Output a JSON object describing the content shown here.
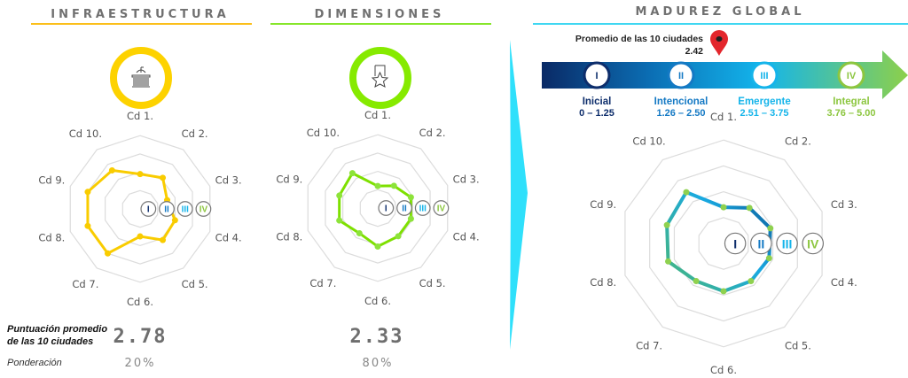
{
  "sections": {
    "infra": {
      "title": "INFRAESTRUCTURA",
      "score": "2.78",
      "weight": "20%",
      "accent": "#f9cc00",
      "icon": "capitol-building-icon"
    },
    "dims": {
      "title": "DIMENSIONES",
      "score": "2.33",
      "weight": "80%",
      "accent": "#7ee000",
      "icon": "award-star-icon"
    },
    "global": {
      "title": "MADUREZ GLOBAL",
      "accent": "#3fd7f2"
    }
  },
  "labels": {
    "score_line1": "Puntuación  promedio",
    "score_line2": "de las 10 ciudades",
    "weight": "Ponderación"
  },
  "maturity": {
    "marker_label": "Promedio de las 10 ciudades",
    "marker_value": "2.42",
    "stages": [
      {
        "numeral": "I",
        "name": "Inicial",
        "range": "0 – 1.25",
        "color": "#0d2d6b"
      },
      {
        "numeral": "II",
        "name": "Intencional",
        "range": "1.26 – 2.50",
        "color": "#1479c4"
      },
      {
        "numeral": "III",
        "name": "Emergente",
        "range": "2.51 – 3.75",
        "color": "#14b4ea"
      },
      {
        "numeral": "IV",
        "name": "Integral",
        "range": "3.76 – 5.00",
        "color": "#8cc63f"
      }
    ]
  },
  "chart_data": [
    {
      "type": "radar",
      "name": "Infraestructura",
      "categories": [
        "Cd 1.",
        "Cd 2.",
        "Cd 3.",
        "Cd 4.",
        "Cd 5.",
        "Cd 6.",
        "Cd 7.",
        "Cd 8.",
        "Cd 9.",
        "Cd 10."
      ],
      "values": [
        1.9,
        2.1,
        1.55,
        2.0,
        2.1,
        1.5,
        3.0,
        3.0,
        3.0,
        2.6
      ],
      "levels": [
        "I",
        "II",
        "III",
        "IV"
      ],
      "rmax": 4
    },
    {
      "type": "radar",
      "name": "Dimensiones",
      "categories": [
        "Cd 1.",
        "Cd 2.",
        "Cd 3.",
        "Cd 4.",
        "Cd 5.",
        "Cd 6.",
        "Cd 7.",
        "Cd 8.",
        "Cd 9.",
        "Cd 10."
      ],
      "values": [
        1.2,
        1.5,
        1.9,
        1.9,
        1.9,
        2.1,
        1.7,
        2.2,
        2.2,
        2.35
      ],
      "levels": [
        "I",
        "II",
        "III",
        "IV"
      ],
      "rmax": 4
    },
    {
      "type": "radar",
      "name": "Madurez global",
      "categories": [
        "Cd 1.",
        "Cd 2.",
        "Cd 3.",
        "Cd 4.",
        "Cd 5.",
        "Cd 6.",
        "Cd 7.",
        "Cd 8.",
        "Cd 9.",
        "Cd 10."
      ],
      "values": [
        1.4,
        1.7,
        1.9,
        1.85,
        1.8,
        1.85,
        1.8,
        2.25,
        2.3,
        2.45
      ],
      "levels": [
        "I",
        "II",
        "III",
        "IV"
      ],
      "rmax": 4
    }
  ]
}
